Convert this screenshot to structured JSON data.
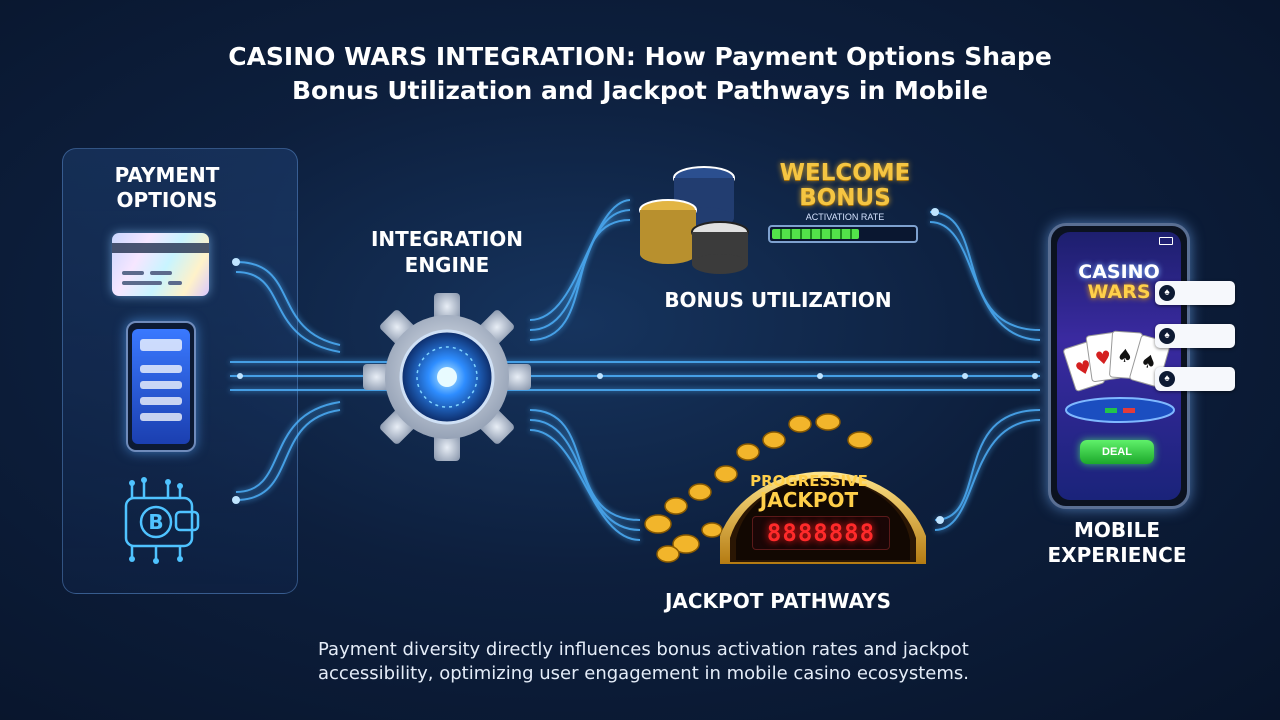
{
  "title": {
    "line1": "CASINO WARS INTEGRATION: How Payment Options Shape",
    "line2": "Bonus Utilization and Jackpot Pathways in Mobile"
  },
  "payment_options": {
    "label_line1": "PAYMENT",
    "label_line2": "OPTIONS",
    "icons": [
      "credit-card-icon",
      "mobile-wallet-icon",
      "crypto-bitcoin-icon"
    ]
  },
  "integration_engine": {
    "label_line1": "INTEGRATION",
    "label_line2": "ENGINE",
    "icon": "gear-icon"
  },
  "bonus": {
    "welcome_line1": "WELCOME",
    "welcome_line2": "BONUS",
    "meter_caption": "ACTIVATION RATE",
    "meter_level": 0.62,
    "label": "BONUS UTILIZATION"
  },
  "jackpot": {
    "sign_line1": "PROGRESSIVE",
    "sign_line2": "JACKPOT",
    "counter": "8888888",
    "label": "JACKPOT PATHWAYS"
  },
  "mobile": {
    "app_line1": "CASINO",
    "app_line2": "WARS",
    "deal_button": "DEAL",
    "label_line1": "MOBILE",
    "label_line2": "EXPERIENCE"
  },
  "caption": {
    "line1": "Payment diversity directly influences bonus activation rates and jackpot",
    "line2": "accessibility, optimizing user engagement in mobile casino ecosystems."
  },
  "colors": {
    "background": "#0d1f3d",
    "flow_line": "#4fb4ff",
    "gold": "#f5c542",
    "jackpot_red": "#ff2a2a",
    "meter_green": "#53e34a"
  }
}
